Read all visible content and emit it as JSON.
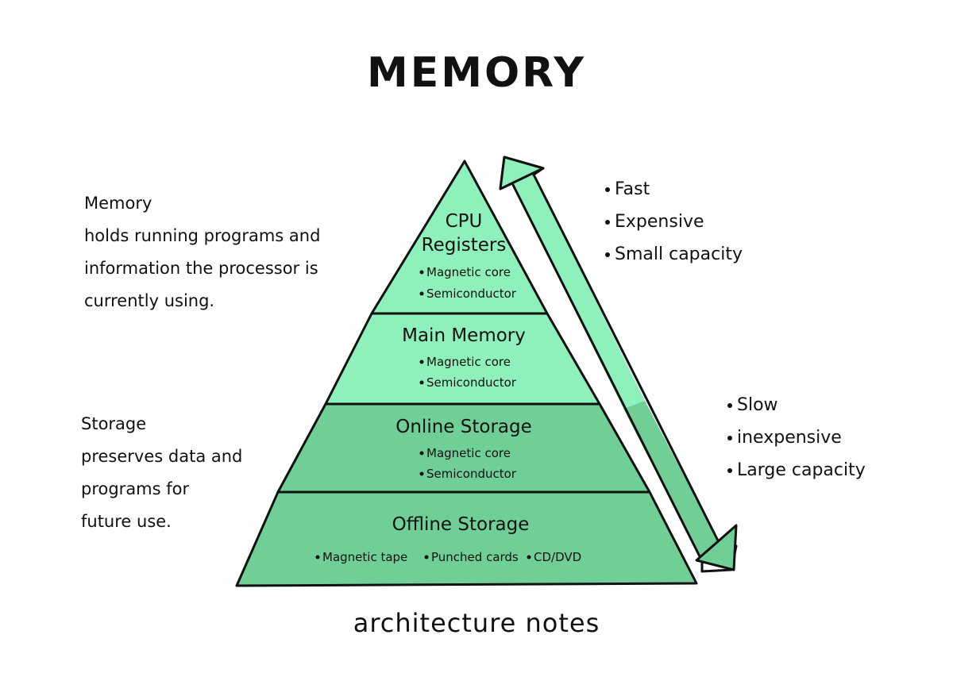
{
  "title": "MEMORY",
  "footer": "architecture notes",
  "memory_note": {
    "heading": "Memory",
    "lines": [
      "holds running programs and",
      "information the processor is",
      "currently using."
    ]
  },
  "storage_note": {
    "heading": "Storage",
    "lines": [
      "preserves data and",
      "programs for",
      "future use."
    ]
  },
  "fast_traits": [
    "Fast",
    "Expensive",
    "Small capacity"
  ],
  "slow_traits": [
    "Slow",
    "inexpensive",
    "Large capacity"
  ],
  "tiers": [
    {
      "name_lines": [
        "CPU",
        "Registers"
      ],
      "items": [
        "Magnetic core",
        "Semiconductor"
      ],
      "color": "#8ef0bb"
    },
    {
      "name_lines": [
        "Main Memory"
      ],
      "items": [
        "Magnetic core",
        "Semiconductor"
      ],
      "color": "#8ef0bb"
    },
    {
      "name_lines": [
        "Online Storage"
      ],
      "items": [
        "Magnetic core",
        "Semiconductor"
      ],
      "color": "#6fcf97"
    },
    {
      "name_lines": [
        "Offline Storage"
      ],
      "items": [
        "Magnetic tape",
        "Punched cards",
        "CD/DVD"
      ],
      "color": "#6fcf97"
    }
  ],
  "colors": {
    "light_green": "#8ef0bb",
    "dark_green": "#6fcf97",
    "outline": "#111111"
  },
  "icons": {
    "arrow": "double-headed-arrow-icon"
  }
}
